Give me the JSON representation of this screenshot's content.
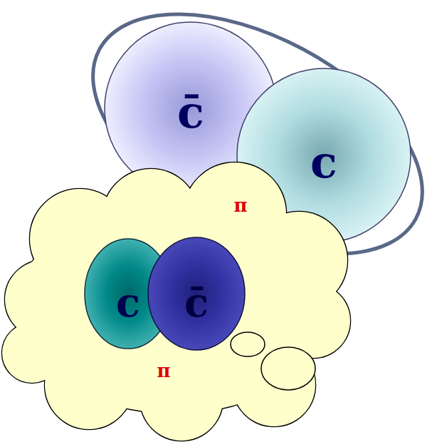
{
  "diagram": {
    "nodes": [
      {
        "text": [
          "c̄"
        ]
      },
      {
        "text": [
          "c"
        ]
      },
      {
        "text": [
          "π",
          "π"
        ]
      },
      {
        "text": [
          "c"
        ],
        "in": 2
      },
      {
        "text": [
          "c̄"
        ],
        "in": 2
      }
    ]
  }
}
